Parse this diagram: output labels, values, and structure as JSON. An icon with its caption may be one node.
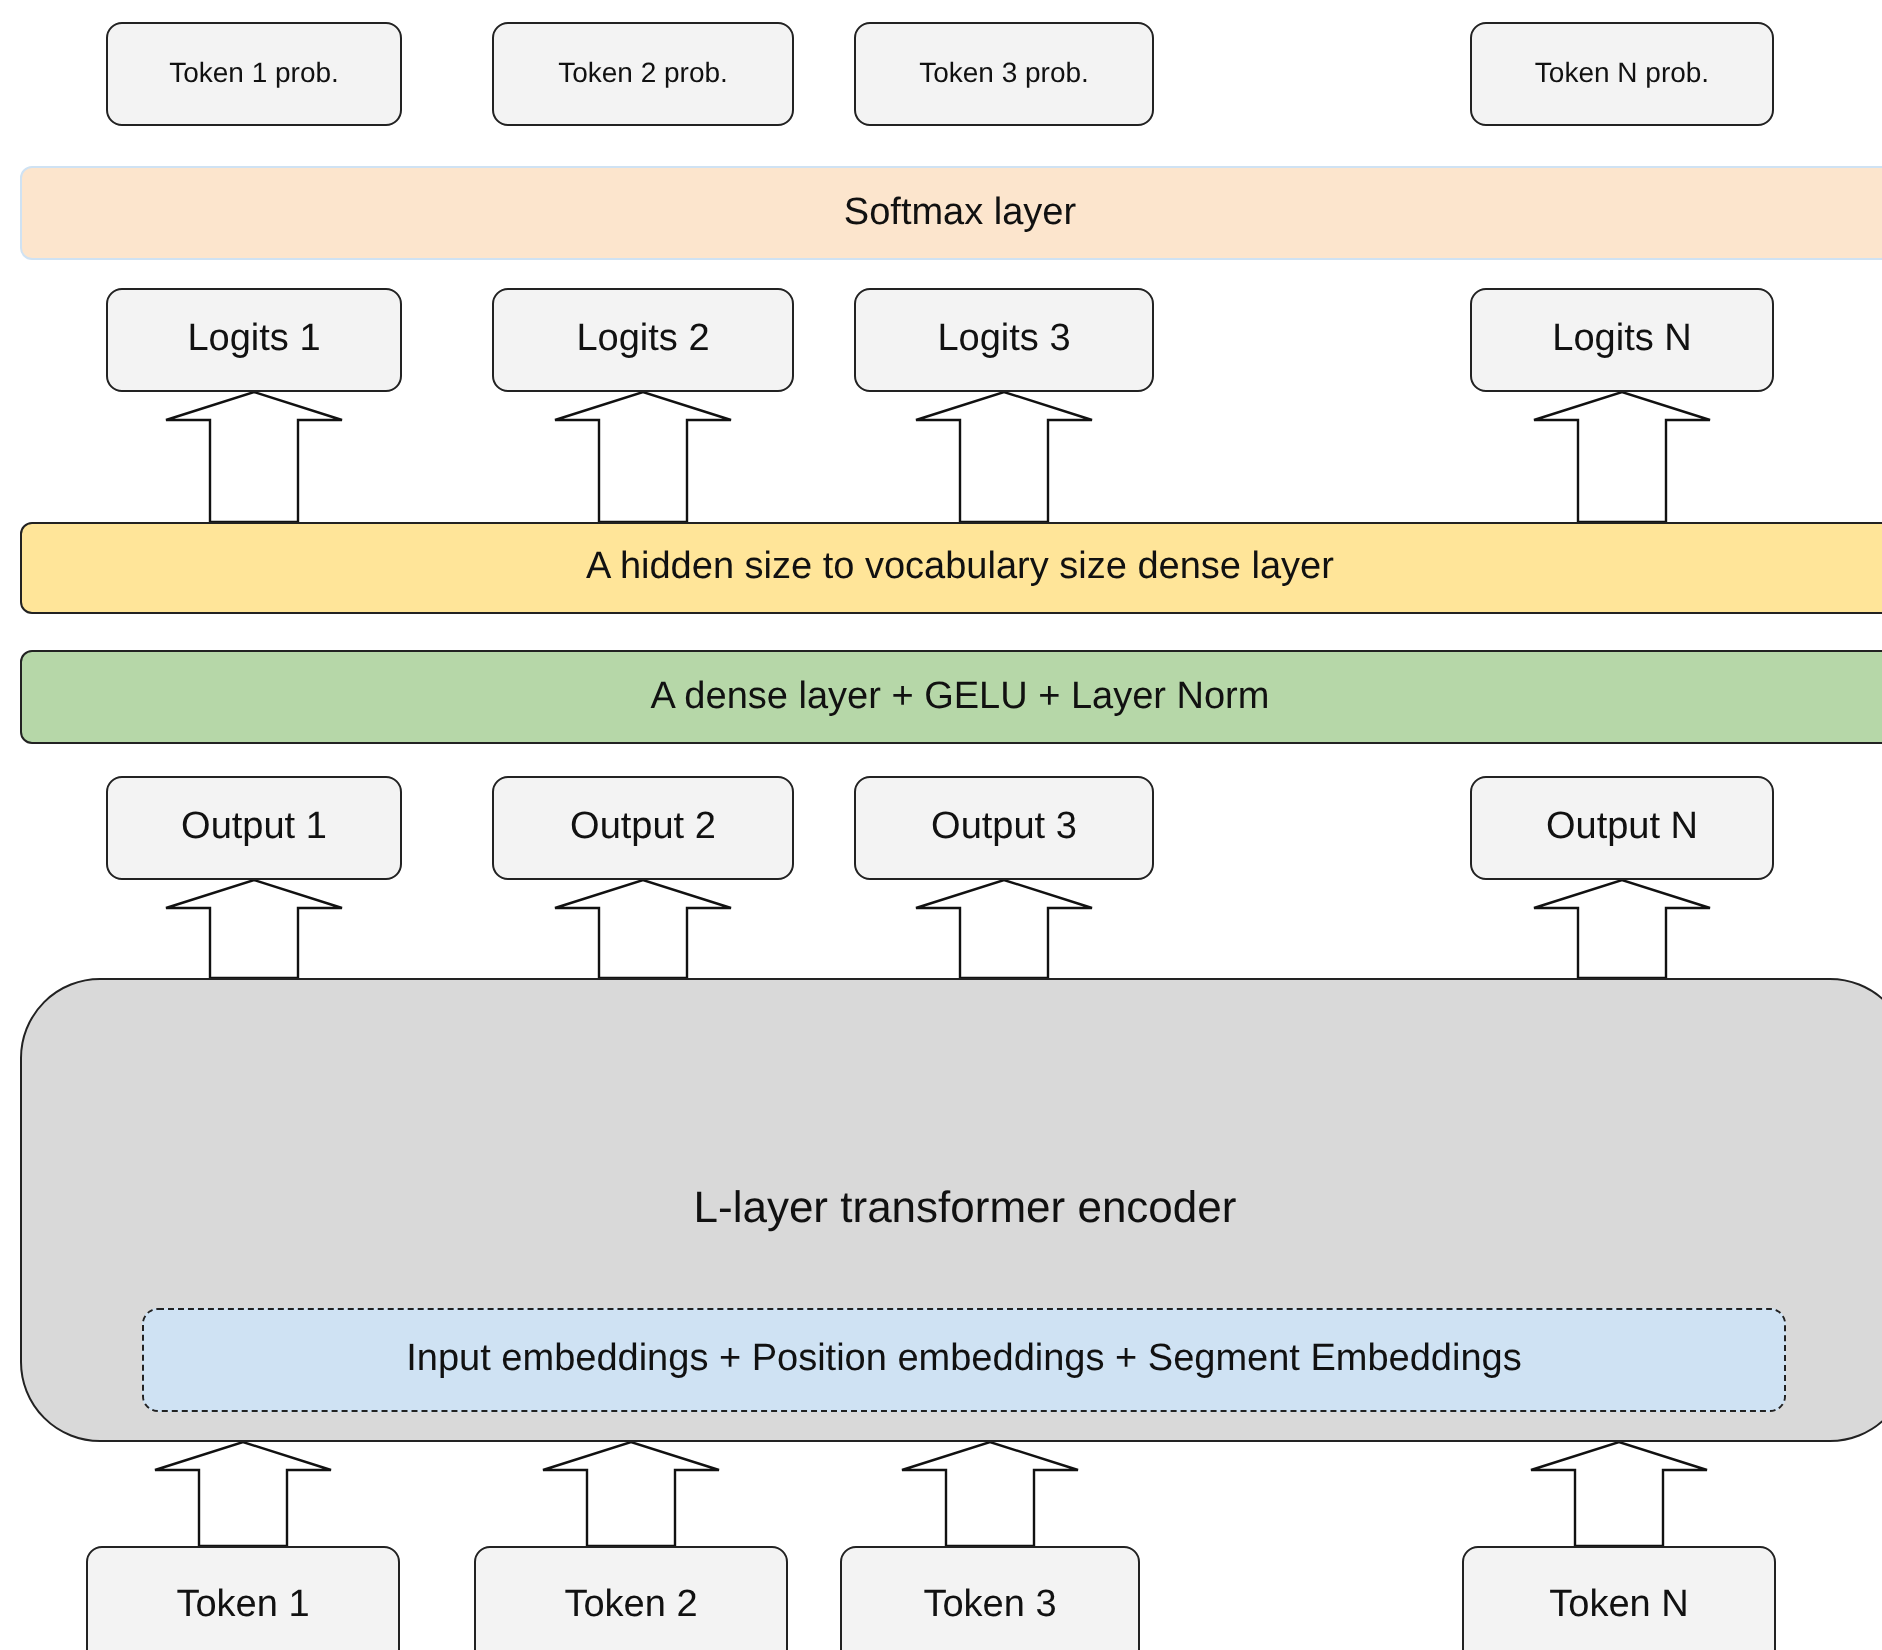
{
  "diagram": {
    "nodes": [
      {
        "text": [
          "Token 1 prob."
        ]
      },
      {
        "text": [
          "Token 2 prob."
        ]
      },
      {
        "text": [
          "Token 3 prob."
        ]
      },
      {
        "text": [
          "Token N prob."
        ]
      },
      {
        "text": [
          "Softmax layer"
        ]
      },
      {
        "text": [
          "Logits 1"
        ]
      },
      {
        "text": [
          "Logits 2"
        ]
      },
      {
        "text": [
          "Logits 3"
        ]
      },
      {
        "text": [
          "Logits N"
        ]
      },
      {
        "text": [
          "A hidden size to vocabulary size dense layer"
        ]
      },
      {
        "text": [
          "A dense layer + GELU + Layer Norm"
        ]
      },
      {
        "text": [
          "Output 1"
        ]
      },
      {
        "text": [
          "Output 2"
        ]
      },
      {
        "text": [
          "Output 3"
        ]
      },
      {
        "text": [
          "Output N"
        ]
      },
      {
        "text": [
          "L-layer transformer encoder"
        ]
      },
      {
        "text": [
          "Input embeddings + Position embeddings + Segment Embeddings"
        ],
        "in": 15
      },
      {
        "text": [
          "Token 1"
        ]
      },
      {
        "text": [
          "Token 2"
        ]
      },
      {
        "text": [
          "Token 3"
        ]
      },
      {
        "text": [
          "Token N"
        ]
      }
    ],
    "edges": [
      {
        "from": 9,
        "to": 5,
        "arrow": "to"
      },
      {
        "from": 9,
        "to": 6,
        "arrow": "to"
      },
      {
        "from": 9,
        "to": 7,
        "arrow": "to"
      },
      {
        "from": 9,
        "to": 8,
        "arrow": "to"
      },
      {
        "from": 15,
        "to": 11,
        "arrow": "to"
      },
      {
        "from": 15,
        "to": 12,
        "arrow": "to"
      },
      {
        "from": 15,
        "to": 13,
        "arrow": "to"
      },
      {
        "from": 15,
        "to": 14,
        "arrow": "to"
      },
      {
        "from": 17,
        "to": 15,
        "arrow": "to"
      },
      {
        "from": 18,
        "to": 15,
        "arrow": "to"
      },
      {
        "from": 19,
        "to": 15,
        "arrow": "to"
      },
      {
        "from": 20,
        "to": 15,
        "arrow": "to"
      }
    ]
  }
}
